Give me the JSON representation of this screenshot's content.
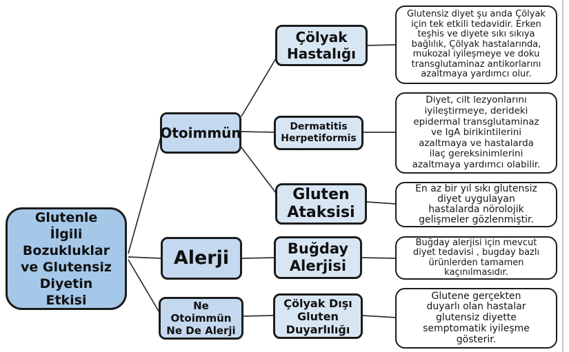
{
  "diagram": {
    "title": "Glutenle İlgili Bozukluklar ve Glutensiz Diyetin Etkisi",
    "root": {
      "label": "Glutenle\nİlgili\nBozukluklar\nve Glutensiz\nDiyetin\nEtkisi"
    },
    "branches": [
      {
        "label": "Otoimmün"
      },
      {
        "label": "Alerji"
      },
      {
        "label": "Ne\nOtoimmün\nNe De Alerji"
      }
    ],
    "conditions": [
      {
        "label": "Çölyak\nHastalığı",
        "description": "Glutensiz diyet şu anda Çölyak\niçin tek etkili tedavidir. Erken\nteşhis ve diyete sıkı sıkıya\nbağlılık, Çölyak hastalarında,\nmukozal iyileşmeye ve doku\ntransglutaminaz antikorlarını\nazaltmaya yardımcı olur."
      },
      {
        "label": "Dermatitis\nHerpetiformis",
        "description": "Diyet, cilt lezyonlarını\niyileştirmeye, derideki\nepidermal transglutaminaz\nve IgA birikintilerini\nazaltmaya ve hastalarda\nilaç gereksinimlerini\nazaltmaya yardımcı olabilir."
      },
      {
        "label": "Gluten\nAtaksisi",
        "description": "En az bir yıl sıkı glutensiz\ndiyet uygulayan\nhastalarda nörolojik\ngelişmeler gözlenmiştir."
      },
      {
        "label": "Buğday\nAlerjisi",
        "description": "Buğday alerjisi için mevcut\ndiyet tedavisi , bugday bazlı\nürünlerden tamamen\nkaçınılmasıdır."
      },
      {
        "label": "Çölyak Dışı\nGluten\nDuyarlılığı",
        "description": "Glutene gerçekten\nduyarlı olan hastalar\nglutensiz diyette\nsemptomatik iyileşme\ngösterir."
      }
    ],
    "colors": {
      "root_fill": "#a5c8e9",
      "branch_fill": "#c4d9ef",
      "condition_fill": "#d8e6f4",
      "description_fill": "#ffffff",
      "border": "#1b1b1b",
      "line": "#2d2d2d"
    }
  }
}
